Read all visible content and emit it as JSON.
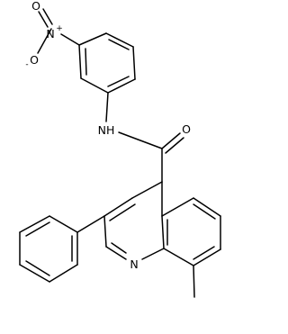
{
  "structure": {
    "atoms": {
      "nitro_n": "N",
      "nitro_o_minus": "O",
      "nitro_o_minus_charge": "-",
      "nitro_o_double": "O",
      "nitro_n_charge": "+",
      "amide_n": "NH",
      "carbonyl_o": "O",
      "ring_n": "N"
    }
  },
  "colors": {
    "bond": "#000000",
    "text": "#000000",
    "background": "#ffffff"
  }
}
